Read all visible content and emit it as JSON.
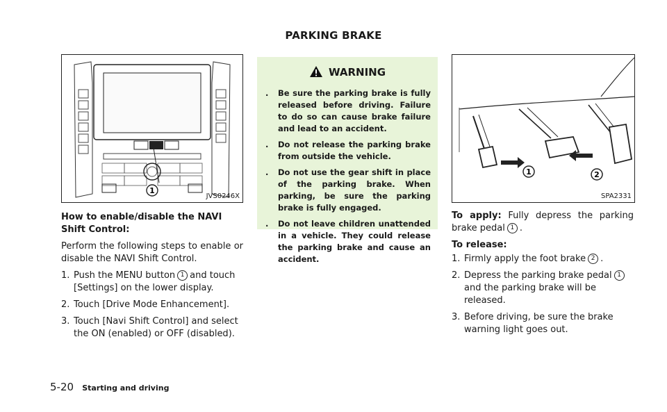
{
  "page": {
    "section_title": "PARKING BRAKE",
    "page_number": "5-20",
    "section_name": "Starting and driving"
  },
  "left": {
    "figure_code": "JVS0246X",
    "callout_1": "1",
    "heading": "How to enable/disable the NAVI Shift Control:",
    "intro": "Perform the following steps to enable or disable the NAVI Shift Control.",
    "steps": [
      {
        "num": "1.",
        "before": "Push the MENU button",
        "marker": "1",
        "after": "and touch [Settings] on the lower display."
      },
      {
        "num": "2.",
        "text": "Touch [Drive Mode Enhancement]."
      },
      {
        "num": "3.",
        "text": "Touch [Navi Shift Control] and select the ON (enabled) or OFF (disabled)."
      }
    ]
  },
  "warning": {
    "title": "WARNING",
    "icon": "warning-triangle-icon",
    "bullet": ".",
    "items": [
      "Be sure the parking brake is fully released before driving. Failure to do so can cause brake failure and lead to an accident.",
      "Do not release the parking brake from outside the vehicle.",
      "Do not use the gear shift in place of the parking brake. When parking, be sure the parking brake is fully engaged.",
      "Do not leave children unattended in a vehicle. They could release the parking brake and cause an accident."
    ]
  },
  "right": {
    "figure_code": "SPA2331",
    "callout_1": "1",
    "callout_2": "2",
    "apply_label": "To apply:",
    "apply_text": "Fully depress the parking brake pedal",
    "apply_marker": "1",
    "apply_end": ".",
    "release_label": "To release:",
    "steps": [
      {
        "num": "1.",
        "before": "Firmly apply the foot brake",
        "marker": "2",
        "after": "."
      },
      {
        "num": "2.",
        "before": "Depress the parking brake pedal",
        "marker": "1",
        "after": "and the parking brake will be released."
      },
      {
        "num": "3.",
        "text": "Before driving, be sure the brake warning light goes out."
      }
    ]
  }
}
